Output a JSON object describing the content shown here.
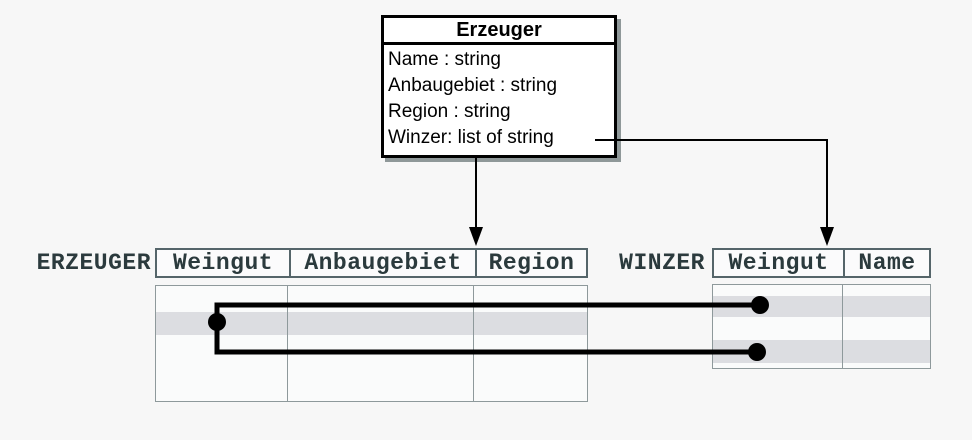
{
  "class_box": {
    "title": "Erzeuger",
    "attributes": [
      "Name : string",
      "Anbaugebiet : string",
      "Region : string",
      "Winzer: list of string"
    ]
  },
  "tables": {
    "erzeuger": {
      "label": "ERZEUGER",
      "columns": [
        "Weingut",
        "Anbaugebiet",
        "Region"
      ]
    },
    "winzer": {
      "label": "WINZER",
      "columns": [
        "Weingut",
        "Name"
      ]
    }
  },
  "colors": {
    "background": "#f7f7f7",
    "text_dark_slate": "#2b3a3d",
    "header_border": "#55656a",
    "body_border": "#8e999b",
    "row_highlight": "#dcdde1",
    "line_black": "#000000",
    "box_shadow_gray": "#8f9899"
  }
}
